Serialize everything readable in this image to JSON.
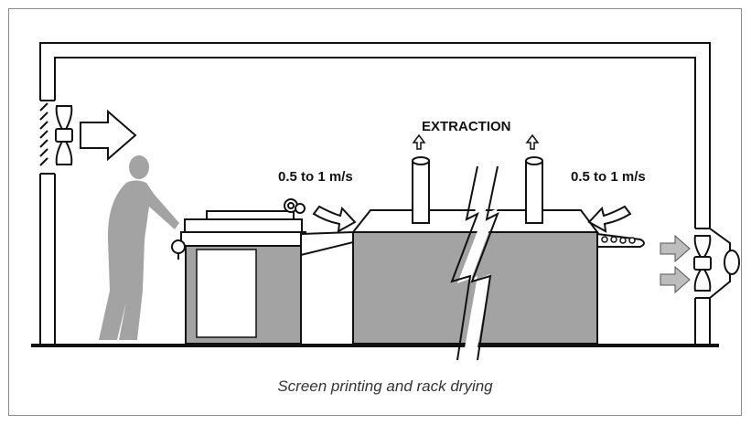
{
  "labels": {
    "extraction": "EXTRACTION",
    "speed_left": "0.5 to 1 m/s",
    "speed_right": "0.5 to 1 m/s"
  },
  "caption": "Screen printing and rack drying",
  "colors": {
    "machine_fill": "#a3a3a3",
    "person_fill": "#a3a3a3",
    "outline": "#111111",
    "arrow_fill_light": "#ffffff",
    "arrow_fill_grey": "#bdbdbd",
    "background": "#ffffff"
  },
  "icons": {
    "inlet_fan": "fan-icon",
    "exhaust_fan": "fan-icon",
    "supply_air": "arrow-right-icon",
    "extraction_flow": "arrow-up-icon",
    "air_velocity": "curved-arrow-icon",
    "cut_mark": "zigzag-break-icon"
  }
}
